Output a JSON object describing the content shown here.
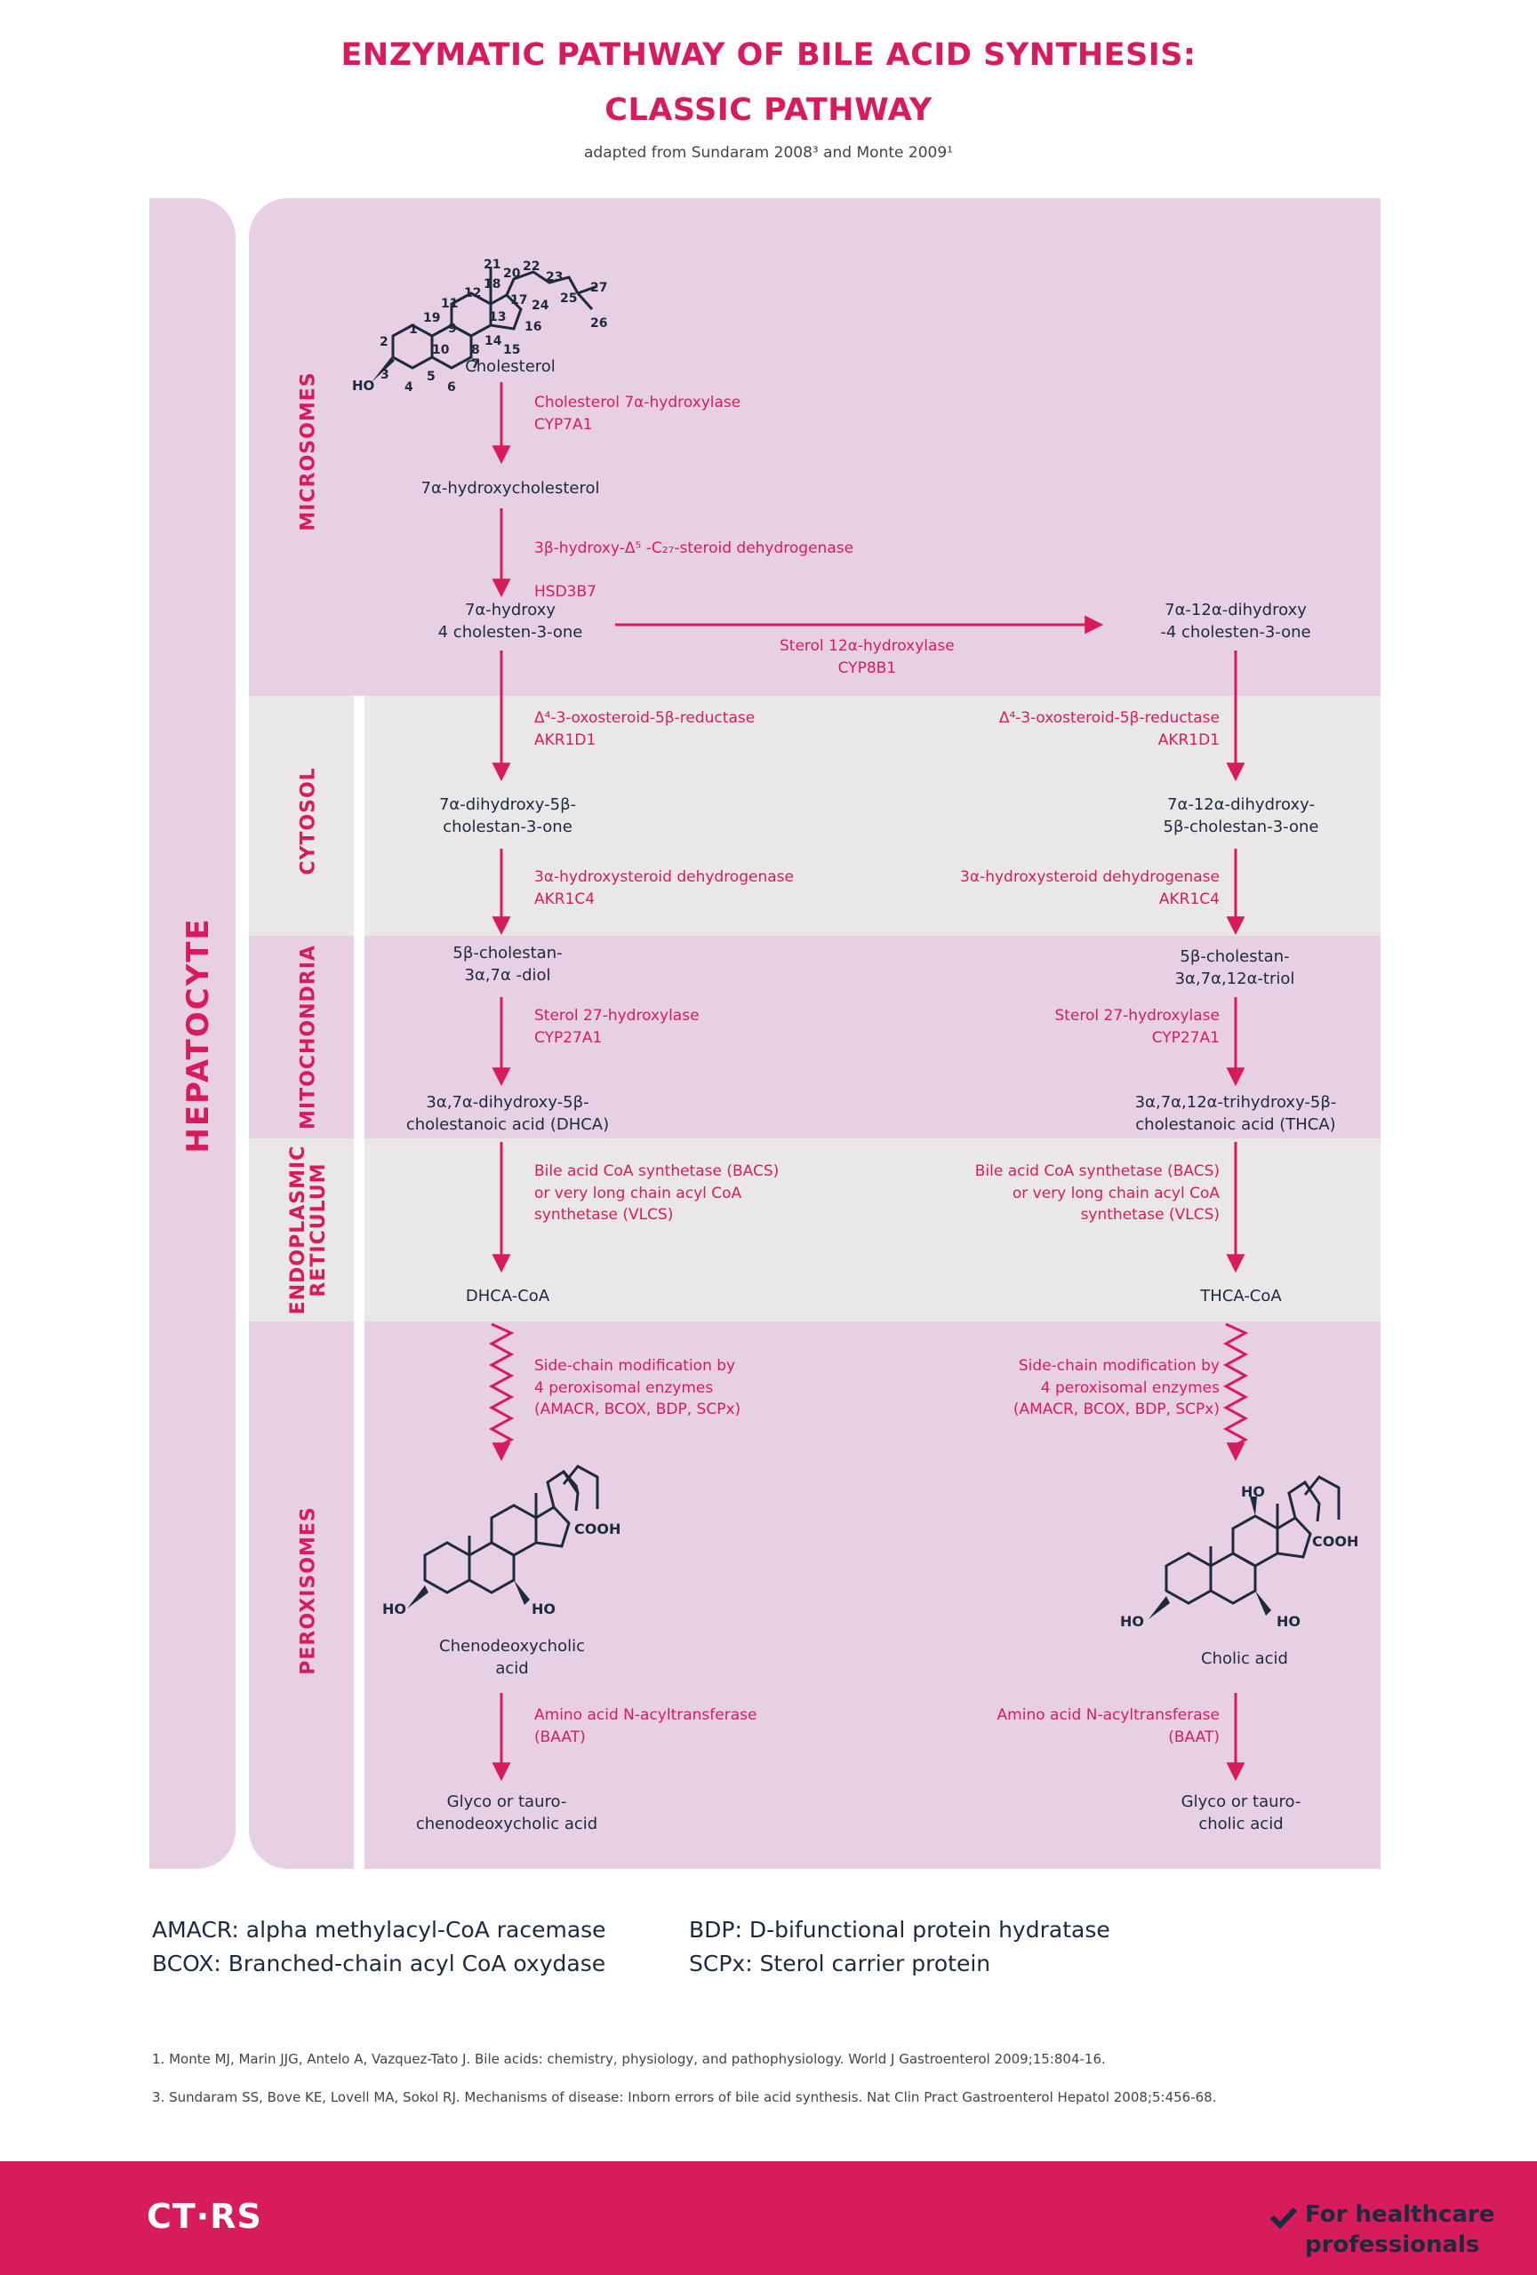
{
  "header": {
    "title_line1": "ENZYMATIC PATHWAY OF BILE ACID SYNTHESIS:",
    "title_line2": "CLASSIC PATHWAY",
    "subtitle": "adapted from Sundaram 2008³ and Monte 2009¹"
  },
  "side_label": "HEPATOCYTE",
  "compartments": {
    "microsomes": "MICROSOMES",
    "cytosol": "CYTOSOL",
    "mitochondria": "MITOCHONDRIA",
    "er_line1": "ENDOPLASMIC",
    "er_line2": "RETICULUM",
    "peroxisomes": "PEROXISOMES"
  },
  "nodes": {
    "cholesterol": "Cholesterol",
    "hydroxycholesterol": "7α-hydroxycholesterol",
    "hydroxy_cholestenone": "7α-hydroxy\n4 cholesten-3-one",
    "dihydroxy_cholestenone": "7α-12α-dihydroxy\n-4 cholesten-3-one",
    "left_cytosol": "7α-dihydroxy-5β-\ncholestan-3-one",
    "right_cytosol": "7α-12α-dihydroxy-\n5β-cholestan-3-one",
    "left_diol": "5β-cholestan-\n3α,7α -diol",
    "right_triol": "5β-cholestan-\n3α,7α,12α-triol",
    "dhca": "3α,7α-dihydroxy-5β-\ncholestanoic acid (DHCA)",
    "thca": "3α,7α,12α-trihydroxy-5β-\ncholestanoic acid (THCA)",
    "dhca_coa": "DHCA-CoA",
    "thca_coa": "THCA-CoA",
    "cdca": "Chenodeoxycholic\nacid",
    "cholic": "Cholic acid",
    "glyco_cdca": "Glyco or tauro-\nchenodeoxycholic acid",
    "glyco_cholic": "Glyco or tauro-\ncholic acid"
  },
  "enzymes": {
    "cyp7a1": "Cholesterol 7α-hydroxylase\nCYP7A1",
    "hsd3b7_line1": "3β-hydroxy-Δ⁵ -C₂₇-steroid dehydrogenase",
    "hsd3b7_line2": "HSD3B7",
    "cyp8b1": "Sterol 12α-hydroxylase\nCYP8B1",
    "akr1d1_left": "Δ⁴-3-oxosteroid-5β-reductase\nAKR1D1",
    "akr1d1_right": "Δ⁴-3-oxosteroid-5β-reductase\nAKR1D1",
    "akr1c4_left": "3α-hydroxysteroid dehydrogenase\nAKR1C4",
    "akr1c4_right": "3α-hydroxysteroid dehydrogenase\nAKR1C4",
    "cyp27a1_left": "Sterol 27-hydroxylase\nCYP27A1",
    "cyp27a1_right": "Sterol 27-hydroxylase\nCYP27A1",
    "bacs_left": "Bile acid CoA synthetase (BACS)\nor very long chain acyl CoA\nsynthetase (VLCS)",
    "bacs_right": "Bile acid CoA synthetase (BACS)\nor very long chain acyl CoA\nsynthetase (VLCS)",
    "perox_left": "Side-chain modification by\n4 peroxisomal enzymes\n(AMACR, BCOX, BDP, SCPx)",
    "perox_right": "Side-chain modification by\n4 peroxisomal enzymes\n(AMACR, BCOX, BDP, SCPx)",
    "baat_left": "Amino acid N-acyltransferase\n(BAAT)",
    "baat_right": "Amino acid N-acyltransferase\n(BAAT)"
  },
  "structure_labels": {
    "ho": "HO",
    "cooh": "COOH",
    "chol_numbers": [
      "1",
      "2",
      "3",
      "4",
      "5",
      "6",
      "7",
      "8",
      "9",
      "10",
      "11",
      "12",
      "13",
      "14",
      "15",
      "16",
      "17",
      "18",
      "19",
      "20",
      "21",
      "22",
      "23",
      "24",
      "25",
      "26",
      "27"
    ]
  },
  "legend": {
    "amacr": "AMACR: alpha methylacyl-CoA racemase",
    "bcox": "BCOX: Branched-chain acyl CoA oxydase",
    "bdp": "BDP: D-bifunctional protein hydratase",
    "scpx": "SCPx: Sterol carrier protein"
  },
  "references": {
    "ref1": "1. Monte MJ, Marin JJG, Antelo A, Vazquez-Tato J. Bile acids: chemistry, physiology, and pathophysiology. World J Gastroenterol 2009;15:804-16.",
    "ref3": "3. Sundaram SS, Bove KE, Lovell MA, Sokol RJ. Mechanisms of disease: Inborn errors of bile acid synthesis. Nat Clin Pract Gastroenterol Hepatol 2008;5:456-68."
  },
  "footer": {
    "logo": "CT·RS",
    "badge_line1": "For healthcare",
    "badge_line2": "professionals",
    "check_icon": "checkmark-icon"
  },
  "colors": {
    "accent": "#d81b5b",
    "band_pink": "#e8d0e4",
    "band_grey": "#e9e7e7",
    "text_dark": "#1c2a3f"
  }
}
